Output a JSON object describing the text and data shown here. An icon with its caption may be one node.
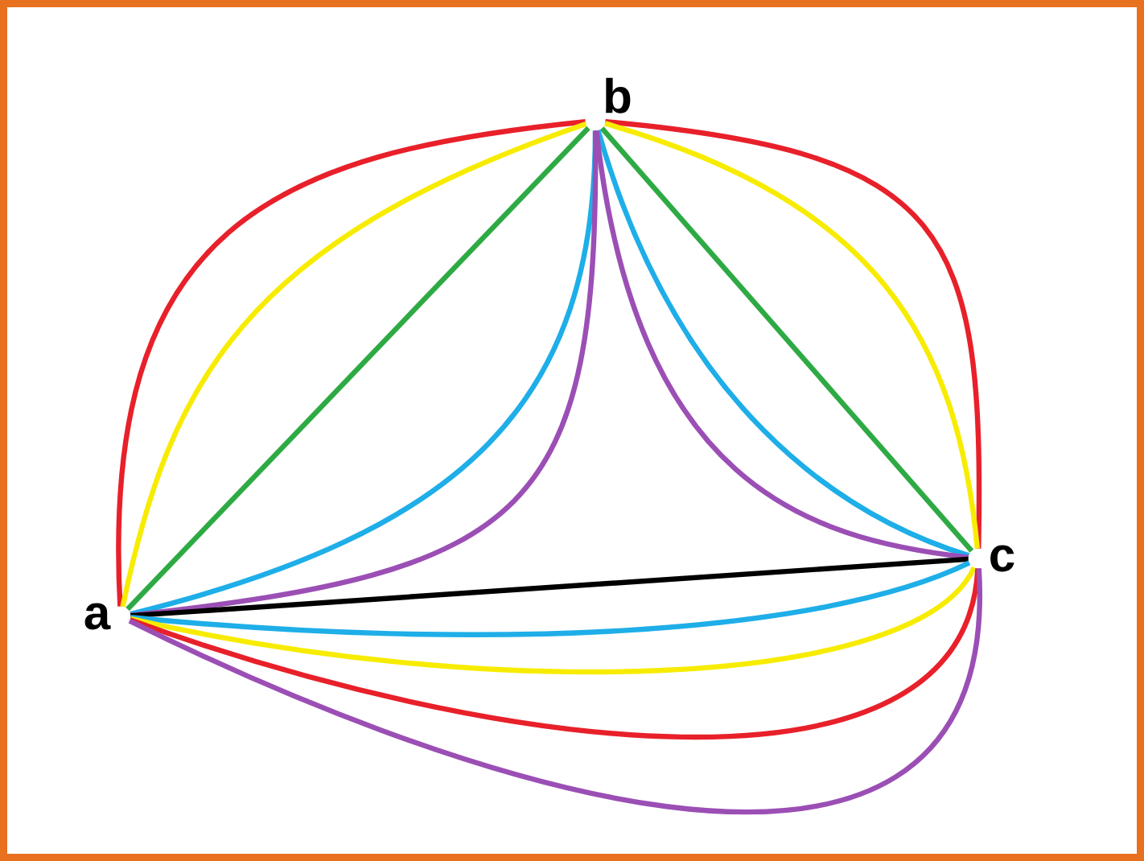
{
  "diagram": {
    "nodes": [
      {
        "text": [
          "a"
        ]
      },
      {
        "text": [
          "b"
        ]
      },
      {
        "text": [
          "c"
        ]
      }
    ],
    "edges": [
      {
        "from": 0,
        "to": 1,
        "arrow": "none",
        "color": "#e8202a"
      },
      {
        "from": 0,
        "to": 1,
        "arrow": "none",
        "color": "#f7ec00"
      },
      {
        "from": 0,
        "to": 1,
        "arrow": "none",
        "color": "#2eaa44"
      },
      {
        "from": 0,
        "to": 1,
        "arrow": "none",
        "color": "#1eaee8"
      },
      {
        "from": 0,
        "to": 1,
        "arrow": "none",
        "color": "#9b4fb5"
      },
      {
        "from": 1,
        "to": 2,
        "arrow": "none",
        "color": "#e8202a"
      },
      {
        "from": 1,
        "to": 2,
        "arrow": "none",
        "color": "#f7ec00"
      },
      {
        "from": 1,
        "to": 2,
        "arrow": "none",
        "color": "#2eaa44"
      },
      {
        "from": 1,
        "to": 2,
        "arrow": "none",
        "color": "#1eaee8"
      },
      {
        "from": 1,
        "to": 2,
        "arrow": "none",
        "color": "#9b4fb5"
      },
      {
        "from": 0,
        "to": 2,
        "arrow": "none",
        "color": "#000000"
      },
      {
        "from": 0,
        "to": 2,
        "arrow": "none",
        "color": "#1eaee8"
      },
      {
        "from": 0,
        "to": 2,
        "arrow": "none",
        "color": "#f7ec00"
      },
      {
        "from": 0,
        "to": 2,
        "arrow": "none",
        "color": "#e8202a"
      },
      {
        "from": 0,
        "to": 2,
        "arrow": "none",
        "color": "#9b4fb5"
      }
    ]
  }
}
